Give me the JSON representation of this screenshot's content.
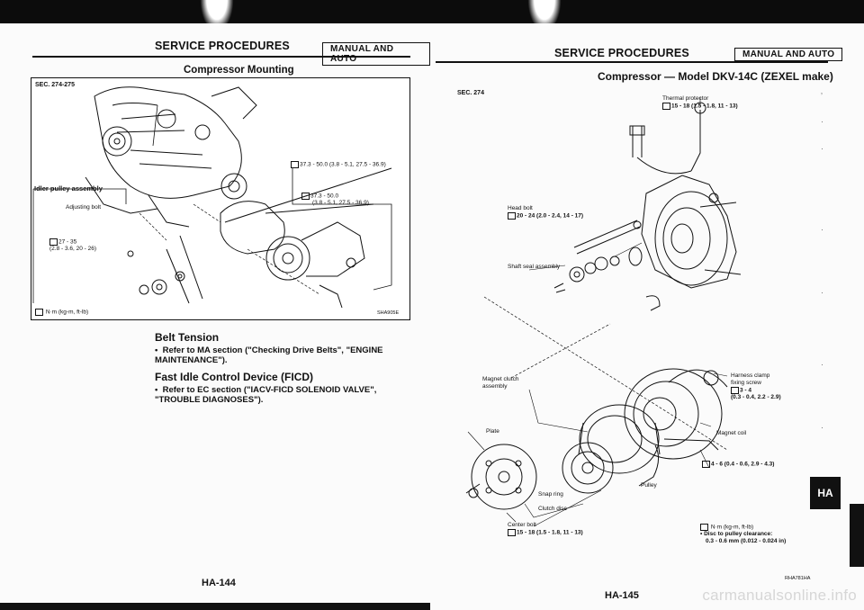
{
  "left": {
    "header": "SERVICE PROCEDURES",
    "badge": "MANUAL AND AUTO",
    "title": "Compressor Mounting",
    "figure": {
      "sec": "SEC. 274-275",
      "idler_label": "Idler pulley assembly",
      "adjusting_bolt": "Adjusting bolt",
      "torque_a_1": "27 - 35",
      "torque_a_2": "(2.8 - 3.6, 20 - 26)",
      "torque_b": "37.3 - 50.0 (3.8 - 5.1, 27.5 - 36.9)",
      "torque_c_1": "37.3 - 50.0",
      "torque_c_2": "(3.8 - 5.1, 27.5 - 36.9)",
      "unit_legend": "N·m (kg-m, ft-lb)",
      "code": "SHA905E"
    },
    "belt_heading": "Belt Tension",
    "belt_text": "Refer to MA section (\"Checking Drive Belts\", \"ENGINE MAINTENANCE\").",
    "ficd_heading": "Fast Idle Control Device (FICD)",
    "ficd_text": "Refer to EC section (\"IACV-FICD SOLENOID VALVE\", \"TROUBLE DIAGNOSES\").",
    "page_number": "HA-144"
  },
  "right": {
    "header": "SERVICE PROCEDURES",
    "badge": "MANUAL AND AUTO",
    "title": "Compressor — Model DKV-14C (ZEXEL make)",
    "sec": "SEC. 274",
    "thermal_label": "Thermal protector",
    "thermal_torque": "15 - 18 (1.5 - 1.8, 11 - 13)",
    "head_bolt_label": "Head bolt",
    "head_bolt_torque": "20 - 24 (2.0 - 2.4, 14 - 17)",
    "shaft_seal": "Shaft seal assembly",
    "magnet_clutch_1": "Magnet clutch",
    "magnet_clutch_2": "assembly",
    "harness_1": "Harness clamp",
    "harness_2": "fixing screw",
    "harness_torque_1": "3 - 4",
    "harness_torque_2": "(0.3 - 0.4, 2.2 - 2.9)",
    "plate": "Plate",
    "magnet_coil": "Magnet coil",
    "coil_torque": "4 - 6 (0.4 - 0.6, 2.9 - 4.3)",
    "pulley": "Pulley",
    "snap_ring": "Snap ring",
    "clutch_disc": "Clutch disc",
    "center_bolt": "Center bolt",
    "center_torque": "15 - 18 (1.5 - 1.8, 11 - 13)",
    "unit_legend": "N·m (kg-m, ft-lb)",
    "clearance_1": "Disc to pulley clearance:",
    "clearance_2": "0.3 - 0.6 mm (0.012 - 0.024 in)",
    "code": "RHA781HA",
    "page_number": "HA-145",
    "tab": "HA"
  },
  "watermark": "carmanualsonline.info"
}
